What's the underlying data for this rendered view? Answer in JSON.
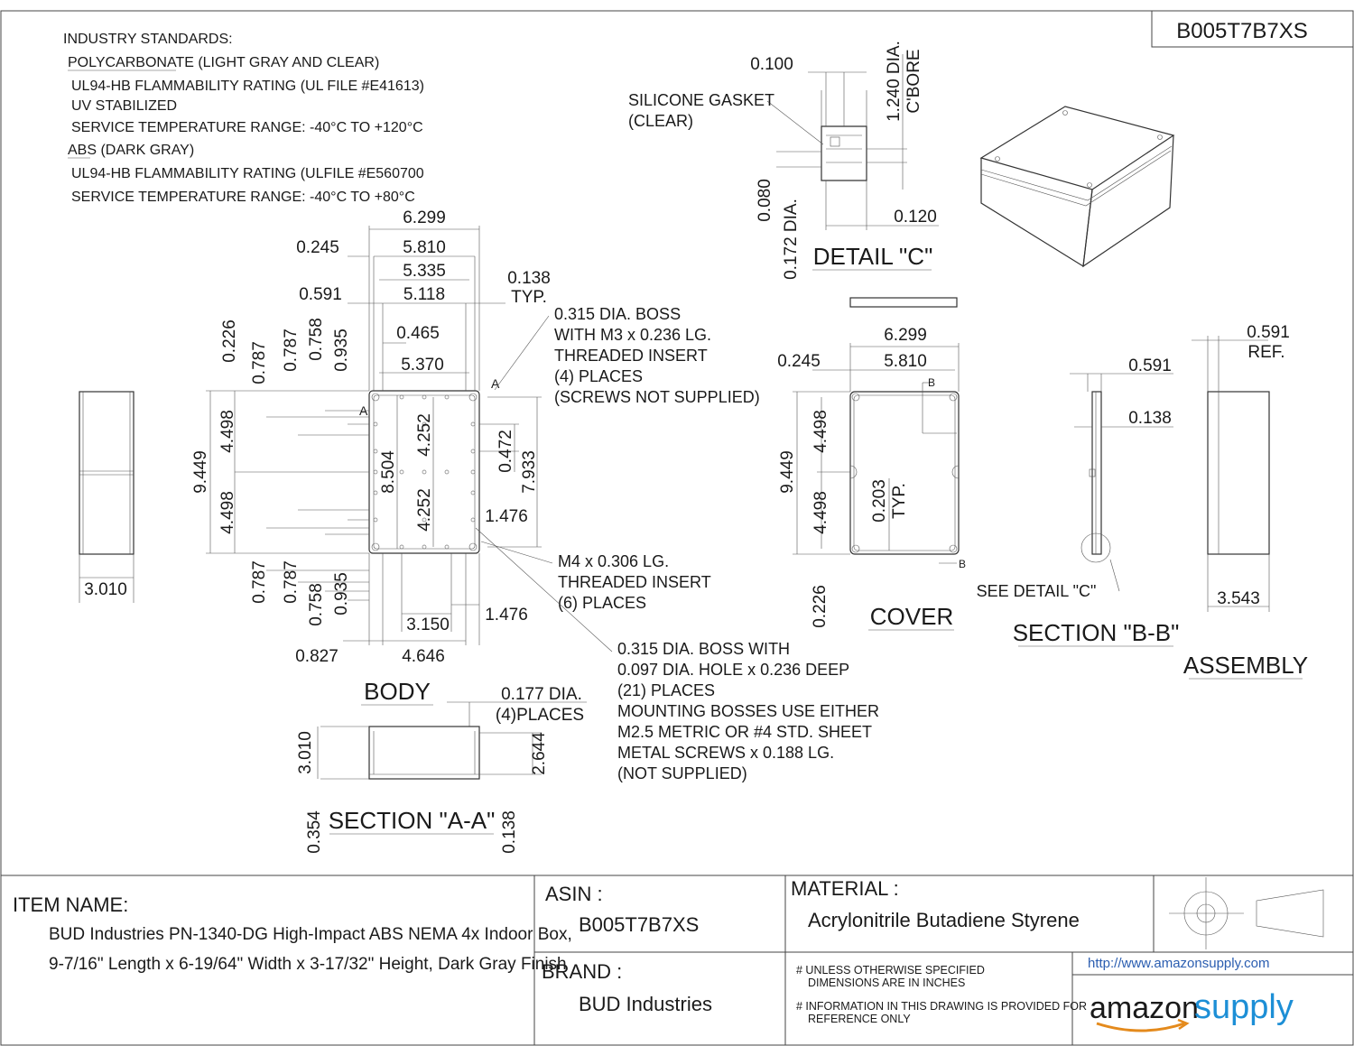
{
  "part_number": "B005T7B7XS",
  "standards": {
    "heading": "INDUSTRY STANDARDS:",
    "lines": [
      "POLYCARBONATE (LIGHT GRAY AND CLEAR)",
      "UL94-HB FLAMMABILITY RATING (UL FILE #E41613)",
      "UV STABILIZED",
      "SERVICE TEMPERATURE RANGE: -40°C TO +120°C",
      "ABS (DARK GRAY)",
      "UL94-HB FLAMMABILITY RATING (ULFILE #E560700",
      "SERVICE TEMPERATURE RANGE: -40°C TO +80°C"
    ]
  },
  "views": {
    "body": "BODY",
    "cover": "COVER",
    "section_aa": "SECTION \"A-A\"",
    "section_bb": "SECTION \"B-B\"",
    "assembly": "ASSEMBLY",
    "detail_c": "DETAIL \"C\""
  },
  "notes": {
    "detail": {
      "gasket": [
        "SILICONE GASKET",
        "(CLEAR)"
      ],
      "cbore": [
        "1.240 DIA.",
        "C'BORE"
      ],
      "dia": "0.172 DIA."
    },
    "boss_insert": [
      "0.315 DIA. BOSS",
      "WITH M3 x 0.236 LG.",
      "THREADED INSERT",
      "(4) PLACES",
      "(SCREWS NOT SUPPLIED)"
    ],
    "m4_insert": [
      "M4 x 0.306 LG.",
      "THREADED INSERT",
      "(6) PLACES"
    ],
    "mount_boss": [
      "0.315 DIA. BOSS WITH",
      "0.097 DIA. HOLE x 0.236 DEEP",
      "(21) PLACES",
      "MOUNTING BOSSES USE EITHER",
      "M2.5 METRIC OR #4 STD. SHEET",
      "METAL SCREWS x 0.188 LG.",
      "(NOT SUPPLIED)"
    ],
    "holes": [
      "0.177 DIA.",
      "(4)PLACES"
    ],
    "typ": "TYP.",
    "ref": "REF.",
    "see_detail": "SEE DETAIL \"C\""
  },
  "dims": {
    "body_top": [
      "6.299",
      "0.245",
      "5.810",
      "5.335",
      "0.138",
      "0.591",
      "5.118",
      "0.465",
      "5.370"
    ],
    "body_left": [
      "0.226",
      "0.787",
      "0.787",
      "0.758",
      "0.935",
      "9.449",
      "4.498",
      "4.498"
    ],
    "body_inner": [
      "8.504",
      "4.252",
      "4.252",
      "0.472",
      "7.933",
      "1.476"
    ],
    "body_bottom": [
      "0.787",
      "0.787",
      "0.758",
      "0.935",
      "3.150",
      "1.476",
      "0.827",
      "4.646"
    ],
    "side_width": "3.010",
    "section_aa": [
      "3.010",
      "2.644",
      "0.354",
      "0.138"
    ],
    "detail_c": [
      "0.100",
      "0.080",
      "0.120"
    ],
    "cover": [
      "6.299",
      "0.245",
      "5.810",
      "9.449",
      "4.498",
      "4.498",
      "0.226",
      "0.203"
    ],
    "section_bb": [
      "0.591",
      "0.138"
    ],
    "assembly": [
      "0.591",
      "3.543"
    ],
    "markers": [
      "A",
      "A",
      "B",
      "B"
    ]
  },
  "title_block": {
    "item_label": "ITEM NAME:",
    "item_name": [
      "BUD Industries PN-1340-DG High-Impact ABS NEMA 4x Indoor Box,",
      "9-7/16\" Length x 6-19/64\" Width x 3-17/32\" Height, Dark Gray Finish"
    ],
    "asin_label": "ASIN :",
    "asin": "B005T7B7XS",
    "material_label": "MATERIAL :",
    "material": "Acrylonitrile Butadiene Styrene",
    "brand_label": "BRAND :",
    "brand": "BUD Industries",
    "note1": [
      "# UNLESS OTHERWISE SPECIFIED",
      "DIMENSIONS ARE IN INCHES"
    ],
    "note2": [
      "# INFORMATION IN THIS DRAWING IS PROVIDED FOR",
      "REFERENCE ONLY"
    ],
    "url": "http://www.amazonsupply.com",
    "logo": [
      "amazon",
      "supply"
    ]
  }
}
